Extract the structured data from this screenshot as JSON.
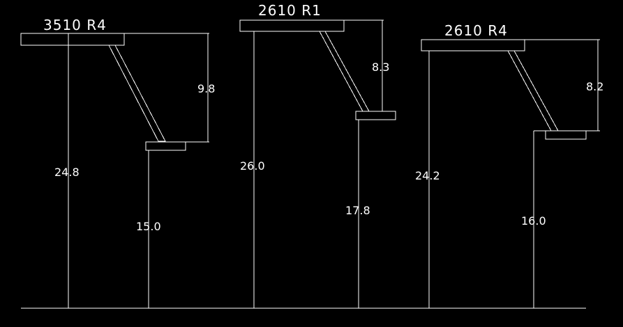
{
  "colors": {
    "background": "#000000",
    "stroke": "#ffffff"
  },
  "fixtures": [
    {
      "title": "3510 R4",
      "total_height": "24.8",
      "arm_height": "9.8",
      "lower_height": "15.0"
    },
    {
      "title": "2610 R1",
      "total_height": "26.0",
      "arm_height": "8.3",
      "lower_height": "17.8"
    },
    {
      "title": "2610 R4",
      "total_height": "24.2",
      "arm_height": "8.2",
      "lower_height": "16.0"
    }
  ]
}
